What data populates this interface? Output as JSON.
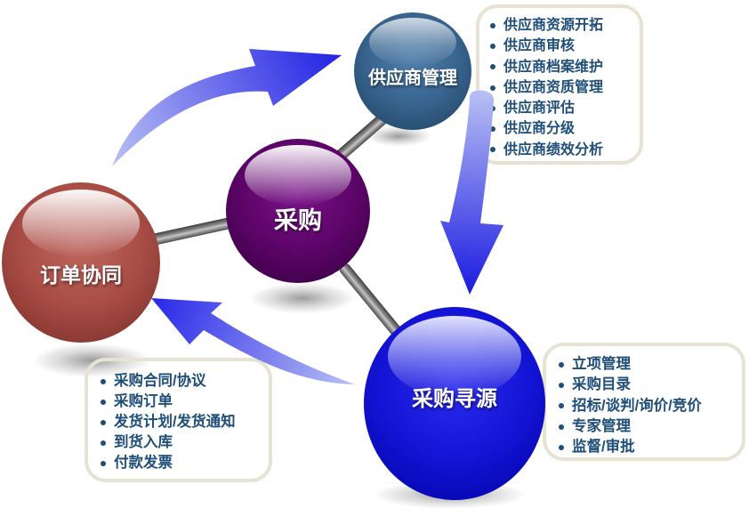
{
  "nodes": {
    "procurement": {
      "label": "采购"
    },
    "supplier": {
      "label": "供应商管理"
    },
    "order": {
      "label": "订单协同"
    },
    "sourcing": {
      "label": "采购寻源"
    }
  },
  "callouts": {
    "supplier": {
      "items": [
        "供应商资源开拓",
        "供应商审核",
        "供应商档案维护",
        "供应商资质管理",
        "供应商评估",
        "供应商分级",
        "供应商绩效分析"
      ]
    },
    "order": {
      "items": [
        "采购合同/协议",
        "采购订单",
        "发货计划/发货通知",
        "到货入库",
        "付款发票"
      ]
    },
    "sourcing": {
      "items": [
        "立项管理",
        "采购目录",
        "招标/谈判/询价/竞价",
        "专家管理",
        "监督/审批"
      ]
    }
  },
  "colors": {
    "list_text": "#1F4E79",
    "callout_border": "#E7E3D3",
    "arrow_light": "#B9C0F4",
    "arrow_dark": "#2222E4",
    "sphere_supplier": "#3A6792",
    "sphere_procurement": "#5C0468",
    "sphere_order": "#A84C44",
    "sphere_sourcing": "#1414D6",
    "connector_gray": "#8F8F8F"
  }
}
